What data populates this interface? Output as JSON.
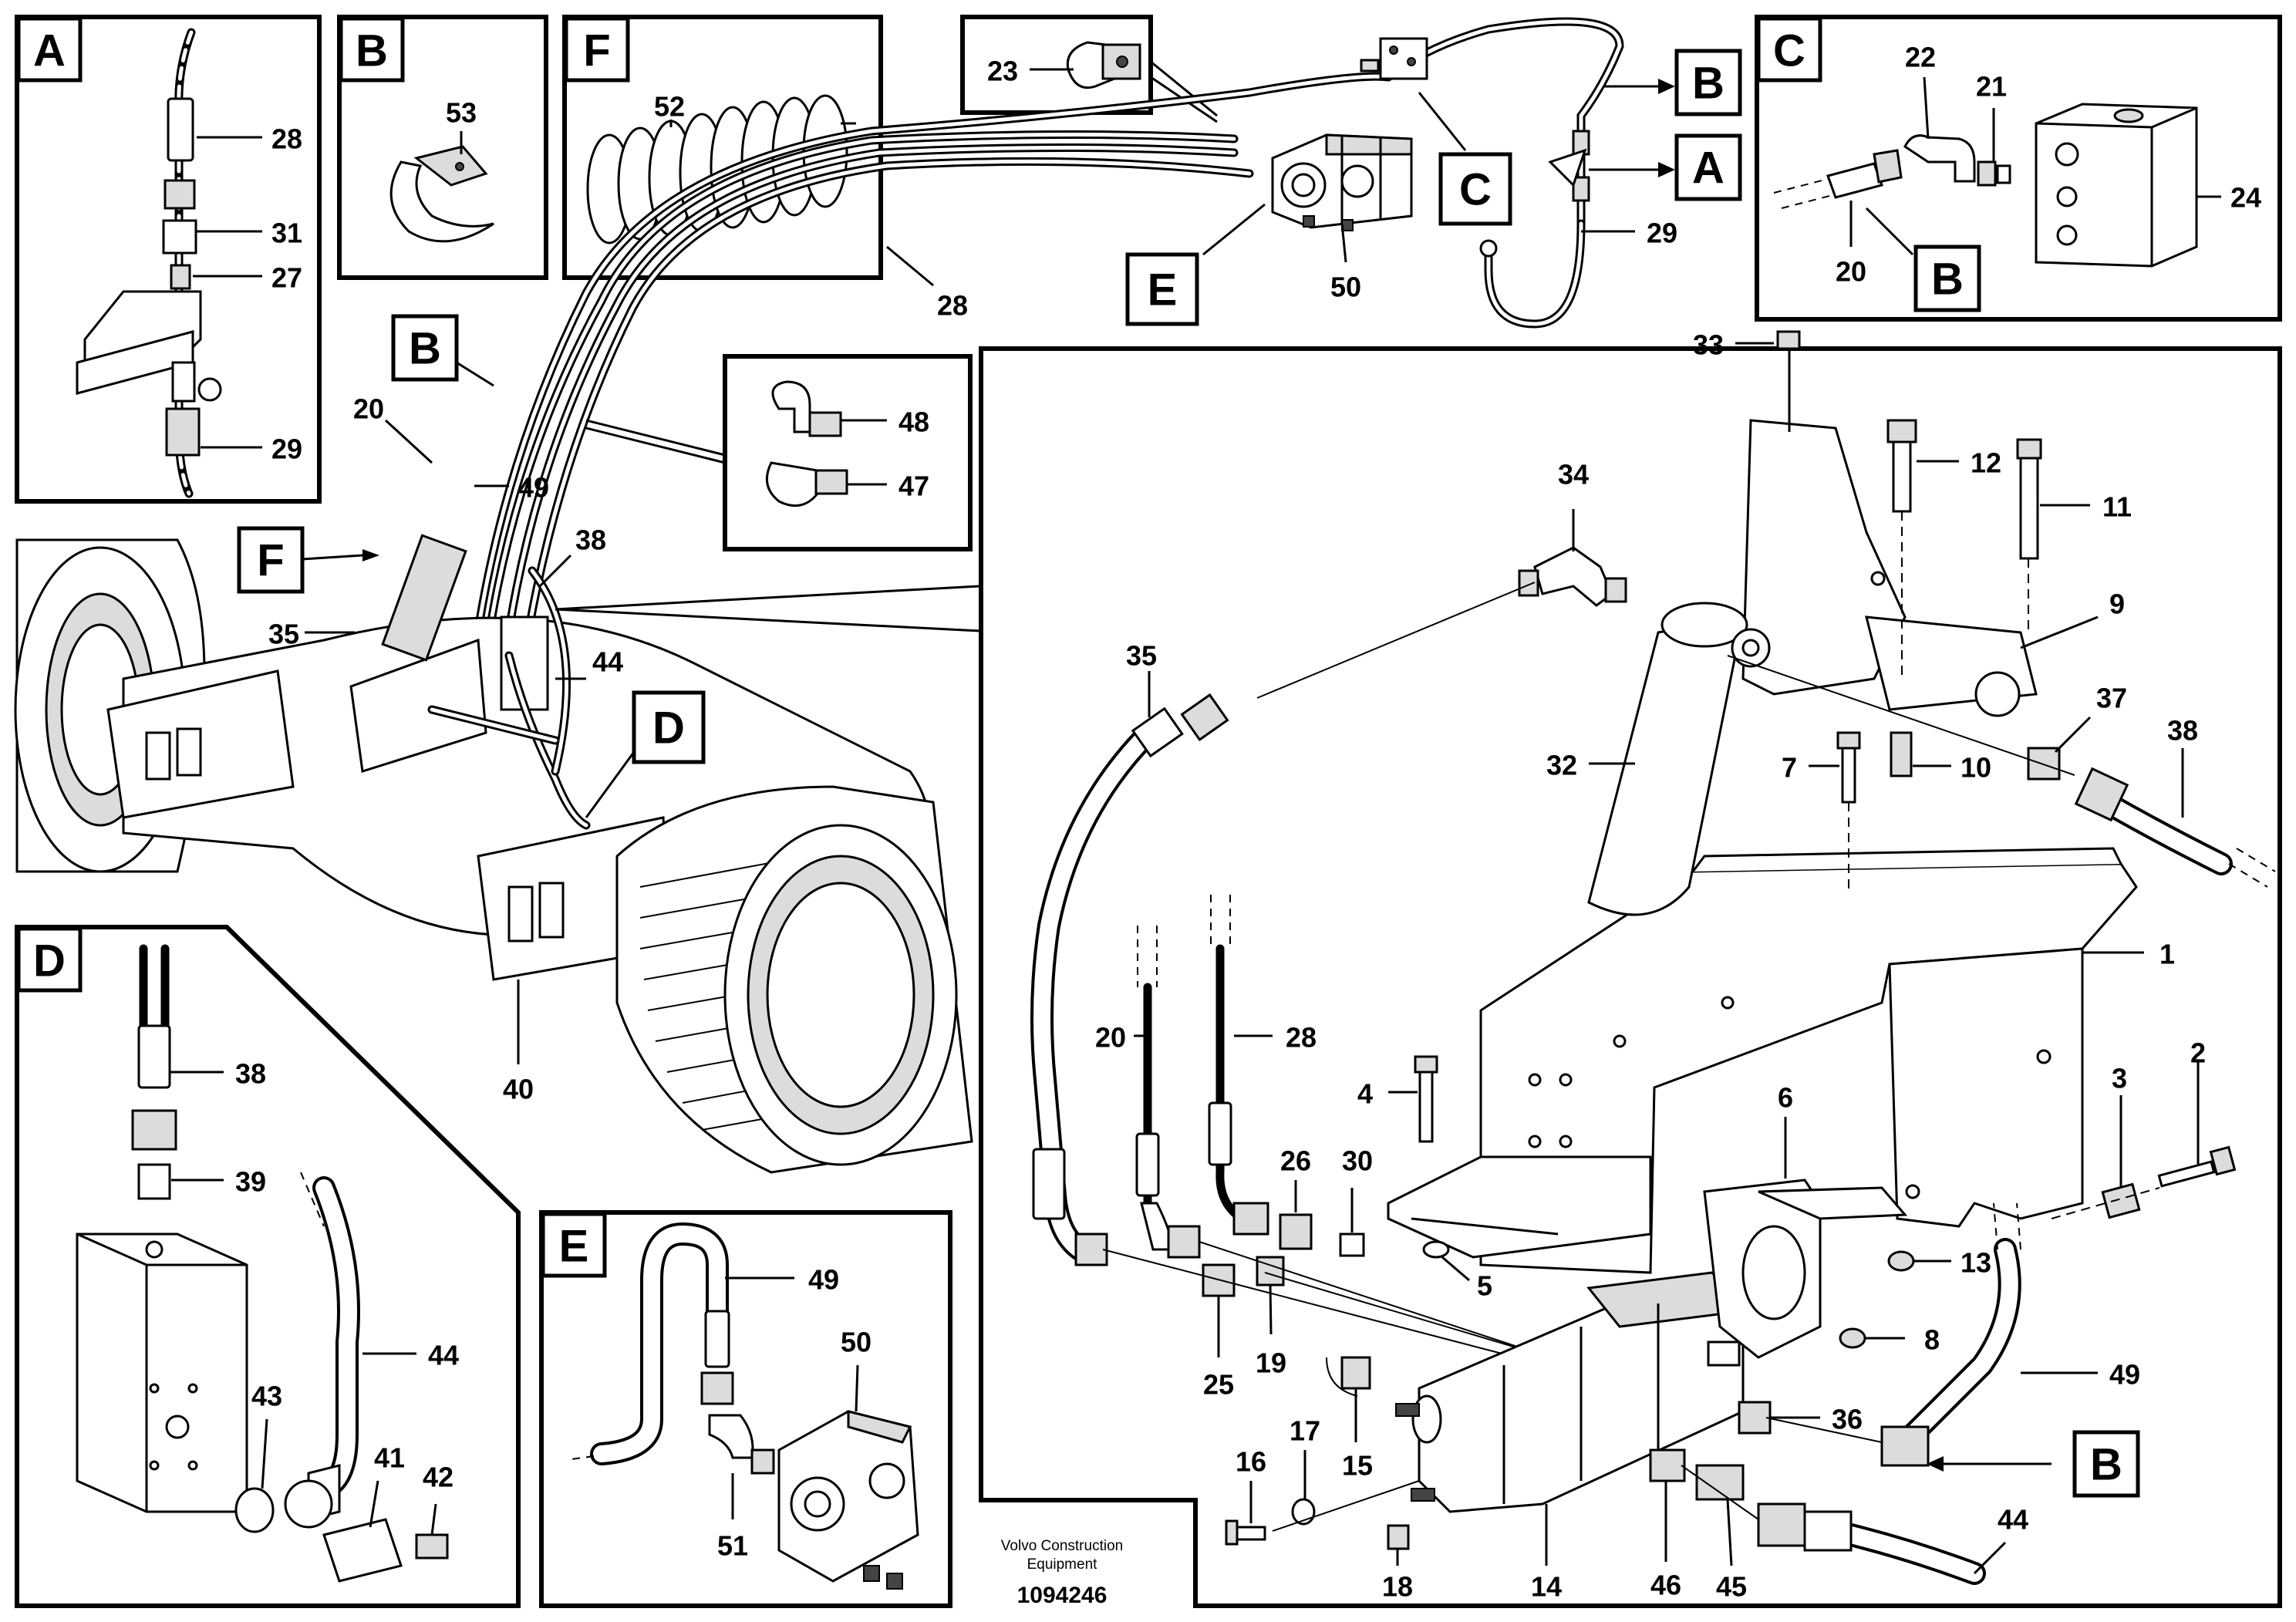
{
  "detail_letters": {
    "A": "A",
    "B": "B",
    "C": "C",
    "D": "D",
    "E": "E",
    "F": "F"
  },
  "part_numbers": {
    "p1": "1",
    "p2": "2",
    "p3": "3",
    "p4": "4",
    "p5": "5",
    "p6": "6",
    "p7": "7",
    "p8": "8",
    "p9": "9",
    "p10": "10",
    "p11": "11",
    "p12": "12",
    "p13": "13",
    "p14": "14",
    "p15": "15",
    "p16": "16",
    "p17": "17",
    "p18": "18",
    "p19": "19",
    "p20": "20",
    "p21": "21",
    "p22": "22",
    "p23": "23",
    "p24": "24",
    "p25": "25",
    "p26": "26",
    "p27": "27",
    "p28": "28",
    "p29": "29",
    "p30": "30",
    "p31": "31",
    "p32": "32",
    "p33": "33",
    "p34": "34",
    "p35": "35",
    "p36": "36",
    "p37": "37",
    "p38": "38",
    "p39": "39",
    "p40": "40",
    "p41": "41",
    "p42": "42",
    "p43": "43",
    "p44": "44",
    "p45": "45",
    "p46": "46",
    "p47": "47",
    "p48": "48",
    "p49": "49",
    "p50": "50",
    "p51": "51",
    "p52": "52",
    "p53": "53"
  },
  "footer": {
    "company_line1": "Volvo Construction",
    "company_line2": "Equipment",
    "drawing_number": "1094246"
  }
}
